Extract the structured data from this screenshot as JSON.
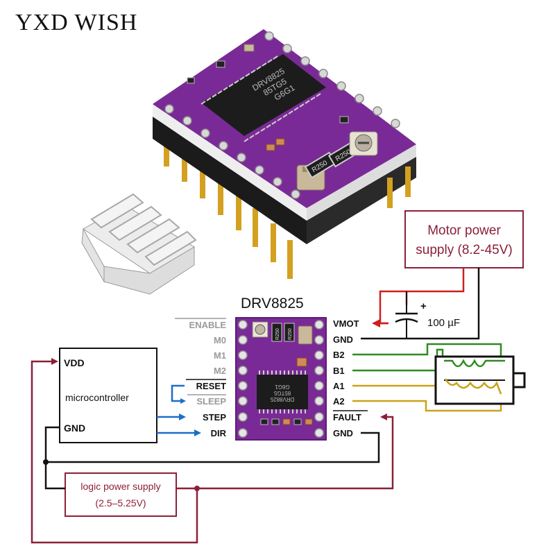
{
  "brand": {
    "name": "YXD WISH"
  },
  "module": {
    "title": "DRV8825",
    "chip_text": [
      "DRV8825",
      "85TG5",
      "G6G1"
    ],
    "small_chip_text": [
      "DRV8825",
      "85TG5",
      "G6G1"
    ],
    "resistor_labels": [
      "R250",
      "R250"
    ],
    "mini_resistor_labels": [
      "R250",
      "R250"
    ]
  },
  "pins": {
    "left": [
      {
        "label": "ENABLE",
        "overline": true,
        "active": false
      },
      {
        "label": "M0",
        "overline": false,
        "active": false
      },
      {
        "label": "M1",
        "overline": false,
        "active": false
      },
      {
        "label": "M2",
        "overline": false,
        "active": false
      },
      {
        "label": "RESET",
        "overline": true,
        "active": true
      },
      {
        "label": "SLEEP",
        "overline": true,
        "active": false
      },
      {
        "label": "STEP",
        "overline": false,
        "active": true
      },
      {
        "label": "DIR",
        "overline": false,
        "active": true
      }
    ],
    "right": [
      {
        "label": "VMOT",
        "overline": false
      },
      {
        "label": "GND",
        "overline": false
      },
      {
        "label": "B2",
        "overline": false
      },
      {
        "label": "B1",
        "overline": false
      },
      {
        "label": "A1",
        "overline": false
      },
      {
        "label": "A2",
        "overline": false
      },
      {
        "label": "FAULT",
        "overline": true
      },
      {
        "label": "GND",
        "overline": false
      }
    ]
  },
  "motor_supply": {
    "line1": "Motor power",
    "line2": "supply (8.2-45V)"
  },
  "capacitor": {
    "polarity": "+",
    "value": "100 µF"
  },
  "microcontroller": {
    "vdd": "VDD",
    "name": "microcontroller",
    "gnd": "GND"
  },
  "logic_supply": {
    "line1": "logic power supply",
    "line2": "(2.5–5.25V)"
  },
  "colors": {
    "board": "#7a2a96",
    "board_dark": "#5c1c74",
    "maroon": "#8c1f38",
    "blue": "#1a6fc7",
    "red": "#cc1f1f",
    "green": "#2e8b1e",
    "yellow": "#c9a21a",
    "pin_gold": "#d4a020"
  }
}
